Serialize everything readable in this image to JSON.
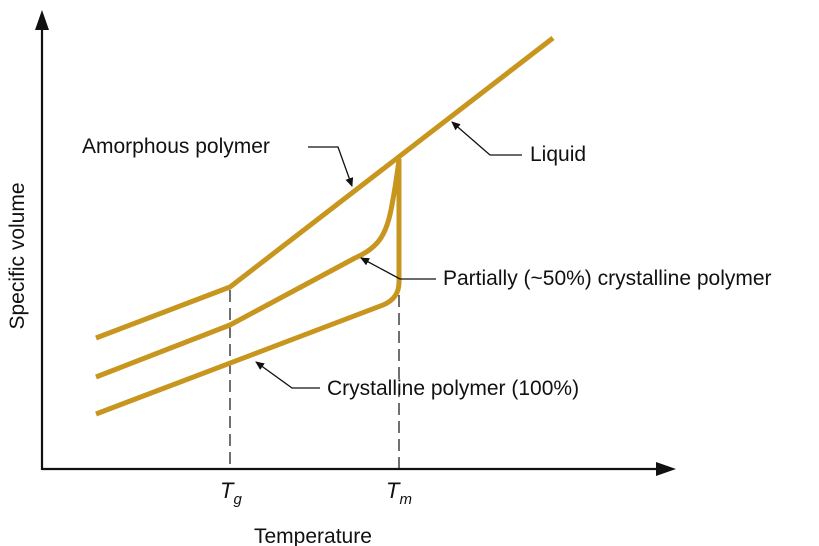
{
  "colors": {
    "curve": "#C8961E",
    "ink": "#111111"
  },
  "axes": {
    "ylabel": "Specific volume",
    "xlabel": "Temperature",
    "ticks": {
      "tg": {
        "main": "T",
        "sub": "g"
      },
      "tm": {
        "main": "T",
        "sub": "m"
      }
    }
  },
  "labels": {
    "amorphous": "Amorphous polymer",
    "liquid": "Liquid",
    "partial": "Partially (~50%) crystalline polymer",
    "crystalline": "Crystalline polymer (100%)"
  }
}
